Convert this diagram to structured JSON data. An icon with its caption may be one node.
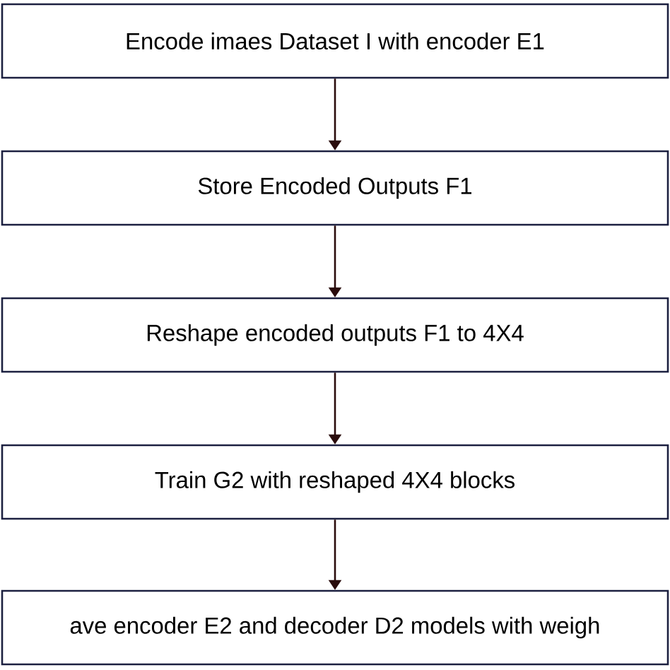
{
  "diagram": {
    "nodes": [
      {
        "text": [
          "Encode imaes Dataset I with encoder E1"
        ]
      },
      {
        "text": [
          "Store Encoded Outputs F1"
        ]
      },
      {
        "text": [
          "Reshape encoded outputs F1 to 4X4"
        ]
      },
      {
        "text": [
          "Train G2 with reshaped 4X4 blocks"
        ]
      },
      {
        "text": [
          "ave encoder E2 and decoder D2 models with weigh"
        ]
      }
    ],
    "edges": [
      {
        "from": 0,
        "to": 1,
        "arrow": "to"
      },
      {
        "from": 1,
        "to": 2,
        "arrow": "to"
      },
      {
        "from": 2,
        "to": 3,
        "arrow": "to"
      },
      {
        "from": 3,
        "to": 4,
        "arrow": "to"
      }
    ]
  }
}
